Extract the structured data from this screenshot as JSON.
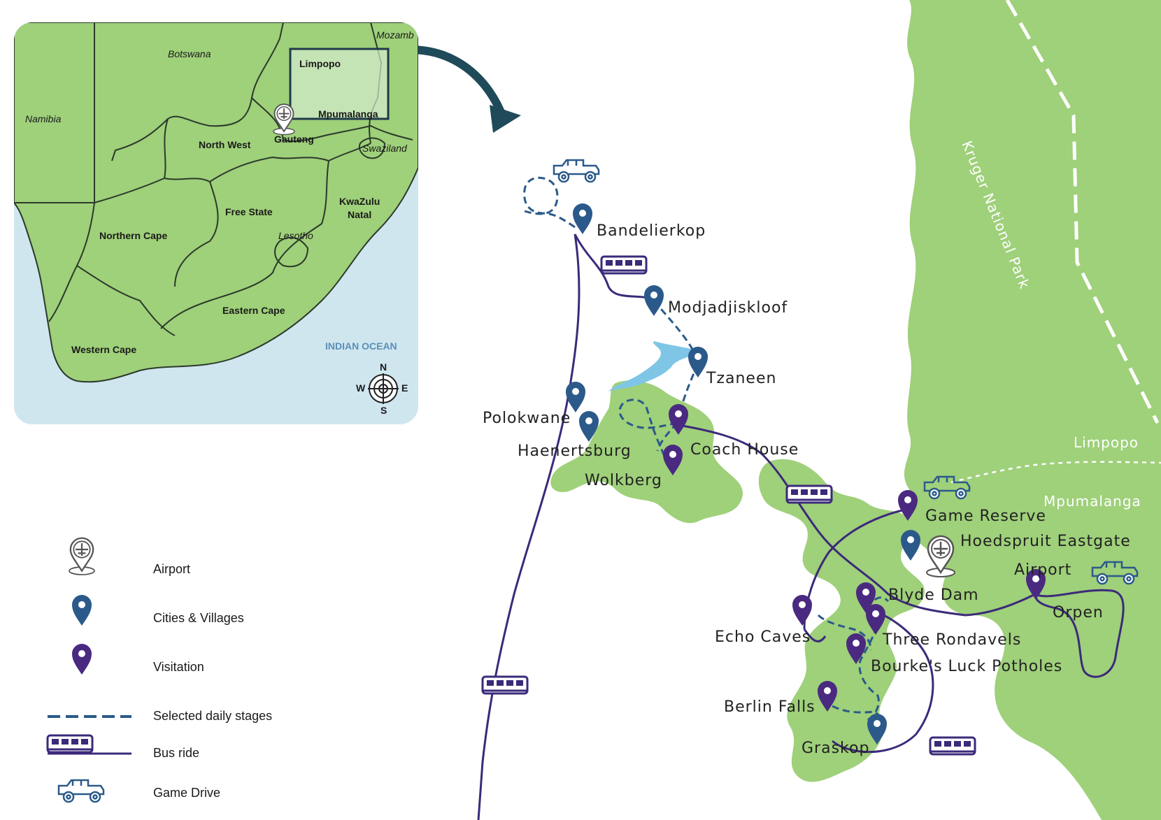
{
  "colors": {
    "land": "#9fd07a",
    "ocean": "#cfe6ef",
    "border": "#2b3a2b",
    "bus_route": "#3b2a7a",
    "daily_stage": "#2b5a8a",
    "city_pin": "#2b5a8a",
    "visit_pin": "#4a2a80",
    "arrow": "#1f4a5a",
    "river": "#7fc6e6"
  },
  "inset": {
    "countries": {
      "botswana": "Botswana",
      "namibia": "Namibia",
      "mozambique": "Mozamb",
      "swaziland": "Swaziland",
      "lesotho": "Lesotho"
    },
    "provinces": {
      "limpopo": "Limpopo",
      "mpumalanga": "Mpumalanga",
      "gauteng": "Gauteng",
      "north_west": "North West",
      "free_state": "Free State",
      "kwazulu_natal_1": "KwaZulu",
      "kwazulu_natal_2": "Natal",
      "northern_cape": "Northern Cape",
      "eastern_cape": "Eastern Cape",
      "western_cape": "Western Cape"
    },
    "ocean": "INDIAN OCEAN",
    "compass": {
      "n": "N",
      "s": "S",
      "e": "E",
      "w": "W"
    }
  },
  "map": {
    "park": "Kruger National Park",
    "region_limpopo": "Limpopo",
    "region_mpumalanga": "Mpumalanga",
    "places": {
      "bandelierkop": "Bandelierkop",
      "modjadjiskloof": "Modjadjiskloof",
      "tzaneen": "Tzaneen",
      "polokwane": "Polokwane",
      "haenertsburg": "Haenertsburg",
      "coach_house": "Coach House",
      "wolkberg": "Wolkberg",
      "game_reserve": "Game Reserve",
      "hoedspruit": "Hoedspruit Eastgate",
      "airport": "Airport",
      "orpen": "Orpen",
      "blyde_dam": "Blyde Dam",
      "echo_caves": "Echo Caves",
      "three_rondavels": "Three Rondavels",
      "bourkes": "Bourke's Luck Potholes",
      "berlin_falls": "Berlin Falls",
      "graskop": "Graskop"
    }
  },
  "legend": {
    "airport": "Airport",
    "cities": "Cities & Villages",
    "visitation": "Visitation",
    "daily_stages": "Selected daily stages",
    "bus": "Bus ride",
    "game_drive": "Game Drive"
  }
}
